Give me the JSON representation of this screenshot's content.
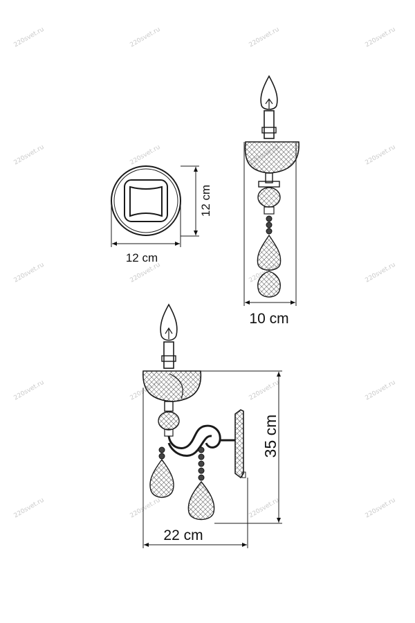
{
  "watermark": "220svet.ru",
  "views": {
    "top": {
      "width_label": "12 cm",
      "height_label": "12 cm"
    },
    "front": {
      "width_label": "10 cm"
    },
    "side": {
      "depth_label": "22 cm",
      "height_label": "35 cm"
    }
  },
  "colors": {
    "line": "#1a1a1a",
    "watermark": "#c9c9c9"
  }
}
